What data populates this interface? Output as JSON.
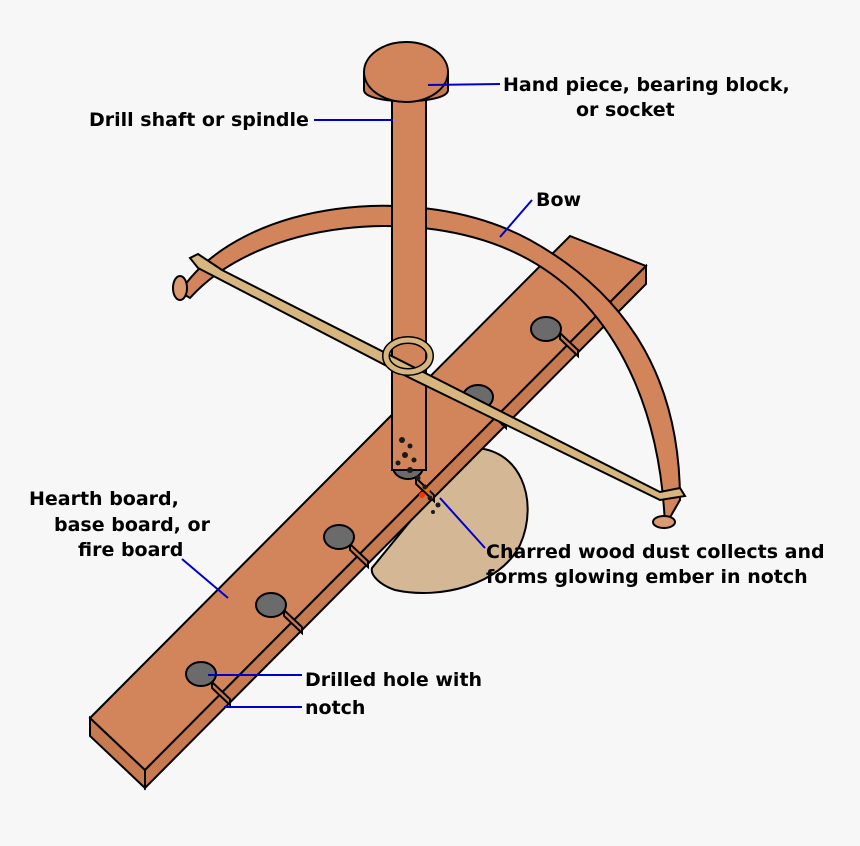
{
  "labels": {
    "hand_piece": [
      "Hand piece, bearing block,",
      "or socket"
    ],
    "drill_shaft": "Drill shaft or spindle",
    "bow": "Bow",
    "hearth_board": [
      "Hearth board,",
      "base board, or",
      "fire board"
    ],
    "charred_dust": [
      "Charred wood dust collects and",
      "forms glowing ember in notch"
    ],
    "drilled_hole": [
      "Drilled hole with",
      "notch"
    ]
  },
  "colors": {
    "background": "#f7f7f7",
    "wood": "#d2845a",
    "wood_light": "#dc8c60",
    "string": "#d7b57f",
    "tinder": "#d4b896",
    "hole": "#6b6b6b",
    "leader_line": "#0000cc",
    "ember": "#ff3300"
  }
}
